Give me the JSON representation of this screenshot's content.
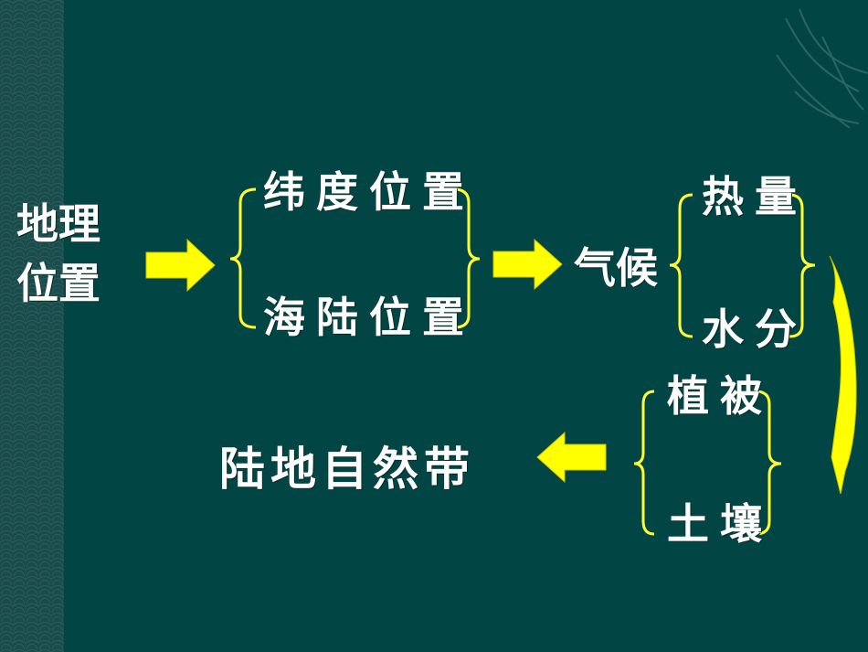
{
  "slide": {
    "left_topic": [
      "地理",
      "位置"
    ],
    "position_group": [
      "纬度位置",
      "海陆位置"
    ],
    "climate": "气候",
    "climate_group": [
      "热量",
      "水分"
    ],
    "biota_group": [
      "植被",
      "土壤"
    ],
    "result": "陆地自然带"
  },
  "colors": {
    "background": "#014544",
    "arrow": "#ffff00",
    "brace": "#ffff33",
    "text": "#ffffff"
  }
}
